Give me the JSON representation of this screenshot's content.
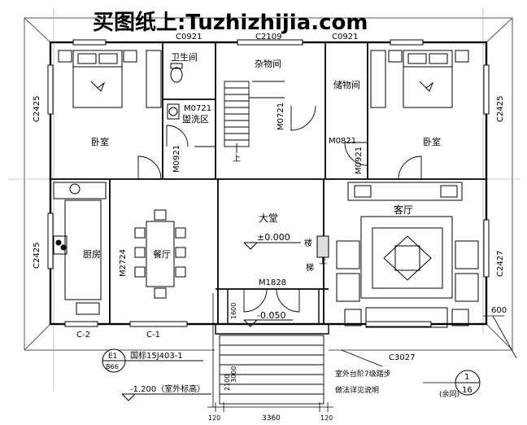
{
  "watermark": {
    "text": "买图纸上:Tuzhizhijia.com",
    "color": "#d6281f"
  },
  "colors": {
    "line": "#000000",
    "thin": "#444444",
    "background": "#ffffff"
  },
  "rooms": {
    "bedroom_left": "卧室",
    "bathroom": "卫生间",
    "storage_mid": "杂物间",
    "storage_right": "储物间",
    "bedroom_right": "卧室",
    "wash_area": "盥洗区",
    "kitchen": "厨房",
    "dining": "餐厅",
    "hall": "大堂",
    "living": "客厅"
  },
  "labels": {
    "hall_level": "±0.000",
    "entry_level": "-0.050",
    "outdoor_level": "-1.200（室外标高）",
    "up": "上",
    "gallery_left": "楼",
    "gallery_right": "梯",
    "gallery_up": "上",
    "std_ref": "国标15J403-1",
    "stairs_note1": "室外台阶7级踏步",
    "stairs_note2": "做法详见说明",
    "detail_note": "(余同)"
  },
  "doors": {
    "m0721_a": "M0721",
    "m0721_b": "M0721",
    "m0921_a": "M0921",
    "m0821": "M0821",
    "m0921_b": "M0921",
    "m2724": "M2724",
    "m1828": "M1828"
  },
  "windows": {
    "c0921_left": "C0921",
    "c2109": "C2109",
    "c0921_right": "C0921",
    "c2425_lt": "C2425",
    "c2425_lb": "C2425",
    "c2425_rt": "C2425",
    "c2427_r": "C2427",
    "c2_bottom": "C-2",
    "c1_bottom": "C-1",
    "c3027": "C3027"
  },
  "dimensions": {
    "d600": "600",
    "d1600": "1600",
    "d3000": "3000",
    "d3360": "3360",
    "d120_left": "120",
    "d120_right": "120",
    "d2100": "2100"
  },
  "callouts": {
    "e1_top": "E1",
    "e1_bottom": "B66",
    "section_top": "1",
    "section_bottom": "16"
  }
}
